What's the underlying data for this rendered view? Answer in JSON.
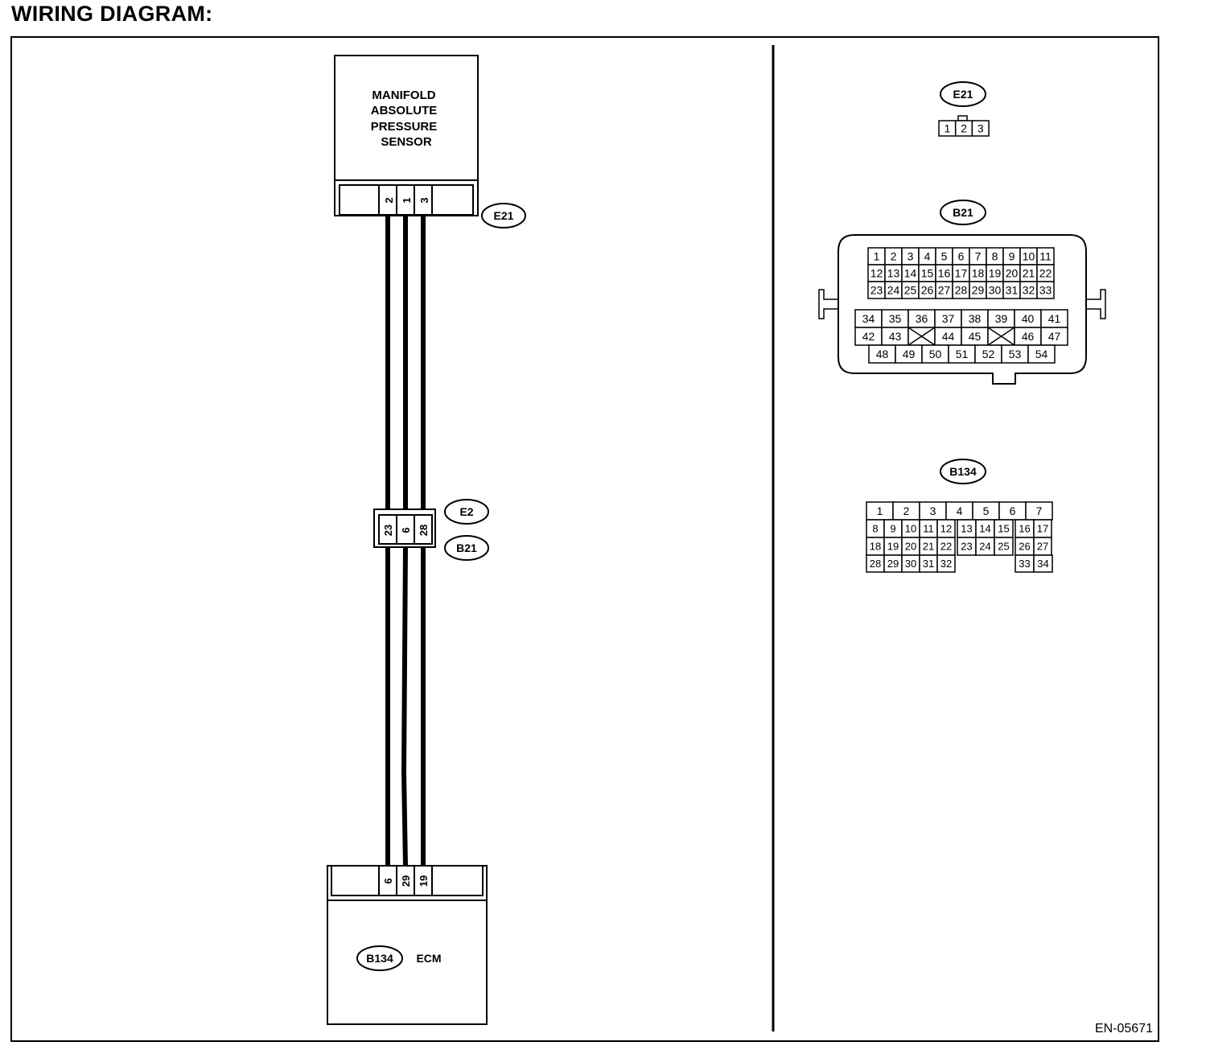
{
  "title": "WIRING DIAGRAM:",
  "figure_code": "EN-05671",
  "sensor": {
    "name_lines": [
      "MANIFOLD",
      "ABSOLUTE",
      "PRESSURE",
      "SENSOR"
    ],
    "connector": "E21",
    "pins": [
      "2",
      "1",
      "3"
    ]
  },
  "joint_connector": {
    "labels": [
      "E2",
      "B21"
    ],
    "pins": [
      "23",
      "6",
      "28"
    ]
  },
  "ecm": {
    "name": "ECM",
    "connector": "B134",
    "pins": [
      "6",
      "29",
      "19"
    ]
  },
  "connector_views": {
    "E21": {
      "label": "E21",
      "pins": [
        "1",
        "2",
        "3"
      ]
    },
    "B21": {
      "label": "B21",
      "upper_rows": [
        [
          "1",
          "2",
          "3",
          "4",
          "5",
          "6",
          "7",
          "8",
          "9",
          "10",
          "11"
        ],
        [
          "12",
          "13",
          "14",
          "15",
          "16",
          "17",
          "18",
          "19",
          "20",
          "21",
          "22"
        ],
        [
          "23",
          "24",
          "25",
          "26",
          "27",
          "28",
          "29",
          "30",
          "31",
          "32",
          "33"
        ]
      ],
      "lower_rows": [
        [
          "34",
          "35",
          "36",
          "37",
          "38",
          "39",
          "40",
          "41"
        ],
        [
          "42",
          "43",
          "",
          "44",
          "45",
          "",
          "46",
          "47"
        ],
        [
          "48",
          "49",
          "50",
          "51",
          "52",
          "53",
          "54"
        ]
      ]
    },
    "B134": {
      "label": "B134",
      "row1": [
        "1",
        "2",
        "3",
        "4",
        "5",
        "6",
        "7"
      ],
      "row2": [
        "8",
        "9",
        "10",
        "11",
        "12",
        "13",
        "14",
        "15",
        "16",
        "17"
      ],
      "row3": [
        "18",
        "19",
        "20",
        "21",
        "22",
        "23",
        "24",
        "25",
        "26",
        "27"
      ],
      "row4_left": [
        "28",
        "29",
        "30",
        "31",
        "32"
      ],
      "row4_right": [
        "33",
        "34"
      ]
    }
  }
}
